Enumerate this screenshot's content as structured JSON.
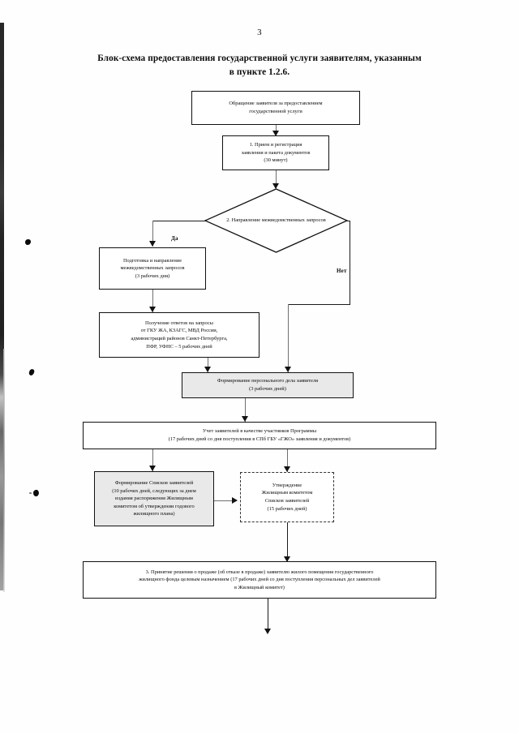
{
  "document": {
    "page_number": "3",
    "title": "Блок-схема предоставления государственной услуги заявителям, указанным в пункте 1.2.6."
  },
  "flowchart": {
    "nodes": [
      {
        "id": "n1",
        "shape": "process",
        "lines": [
          "Обращение заявителя за предоставлением",
          "государственной услуги"
        ]
      },
      {
        "id": "n2",
        "shape": "process",
        "lines": [
          "1. Прием и регистрация",
          "заявления и пакета документов",
          "(30 минут)"
        ]
      },
      {
        "id": "n3",
        "shape": "decision",
        "lines": [
          "2. Направление",
          "межведомственных",
          "запросов"
        ]
      },
      {
        "id": "n4",
        "shape": "process",
        "lines": [
          "Подготовка и направление",
          "межведомственных запросов",
          "(3 рабочих дня)"
        ]
      },
      {
        "id": "n5",
        "shape": "process",
        "lines": [
          "Получение ответов на запросы",
          "от ГКУ ЖА, КЗАГС, МВД России,",
          "администраций районов Санкт-Петербурга,",
          "ПФР, УФНС – 5 рабочих дней"
        ]
      },
      {
        "id": "n6",
        "shape": "process-shaded",
        "lines": [
          "Формирование персонального дела заявителя",
          "(3 рабочих дней)"
        ]
      },
      {
        "id": "n7",
        "shape": "process",
        "lines": [
          "Учет заявителей в качестве участников Программы",
          "(17 рабочих дней со дня поступления в СПб ГБУ «ГЖО» заявления и документов)"
        ]
      },
      {
        "id": "n8",
        "shape": "process-shaded",
        "lines": [
          "Формирование Списков заявителей",
          "(10 рабочих дней, следующих за днем",
          "издания распоряжения Жилищным",
          "комитетом об утверждении годового",
          "жилищного плана)"
        ]
      },
      {
        "id": "n9",
        "shape": "process-dashed",
        "lines": [
          "Утверждение",
          "Жилищным комитетом",
          "Списков заявителей",
          "(15 рабочих дней)"
        ]
      },
      {
        "id": "n10",
        "shape": "process",
        "lines": [
          "3. Принятие решения о продаже (об отказе в продаже) заявителю жилого помещения государственного",
          "жилищного фонда целевым назначением (17 рабочих дней со дня поступления персональных дел заявителей",
          "в Жилищный комитет)"
        ]
      }
    ],
    "edge_labels": {
      "yes": "Да",
      "no": "Нет"
    }
  }
}
